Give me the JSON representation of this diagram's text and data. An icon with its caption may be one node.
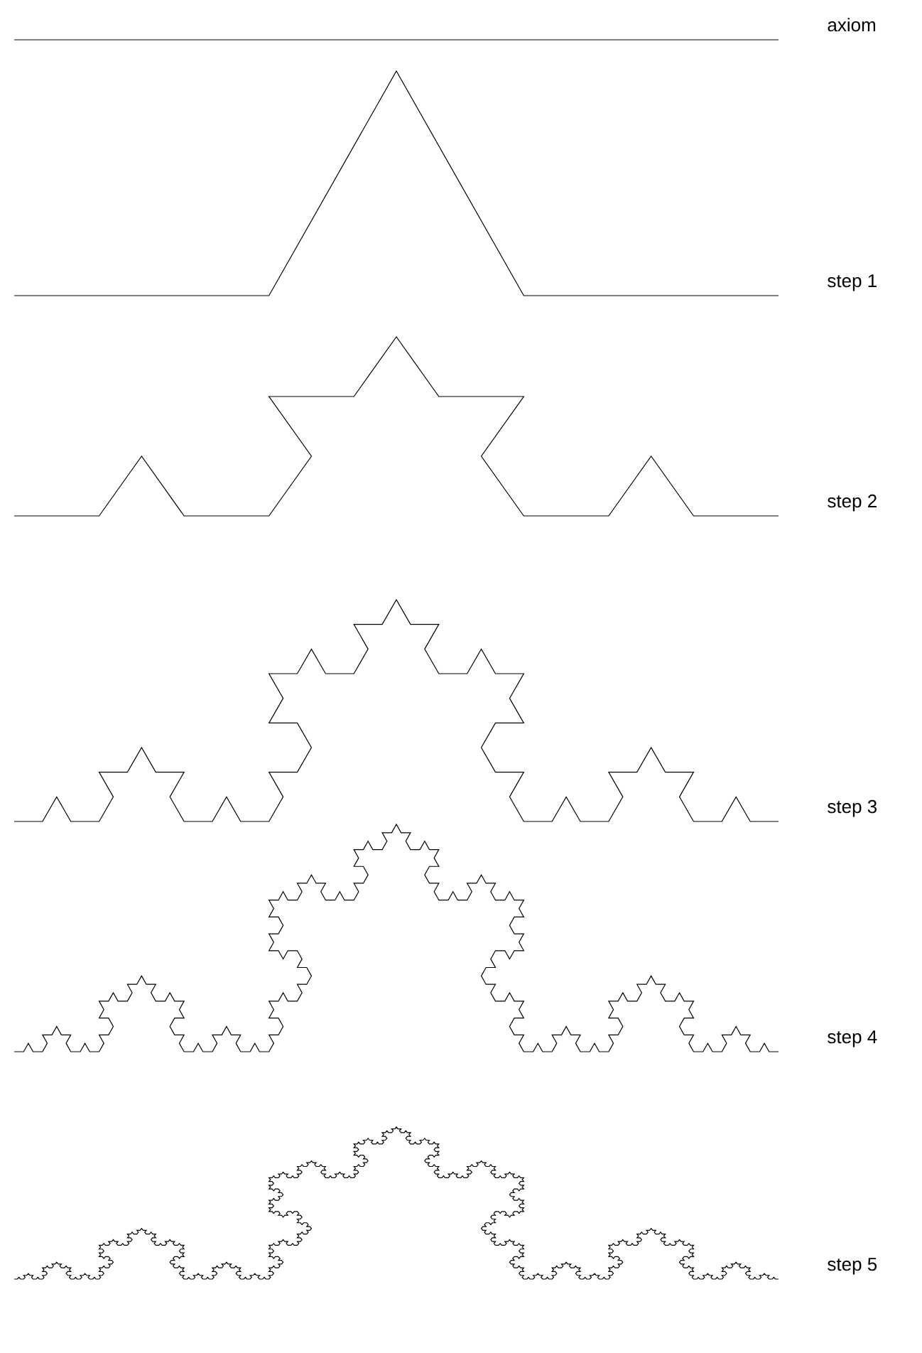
{
  "diagram": {
    "labels": [
      "axiom",
      "step 1",
      "step 2",
      "step 3",
      "step 4",
      "step 5"
    ]
  }
}
